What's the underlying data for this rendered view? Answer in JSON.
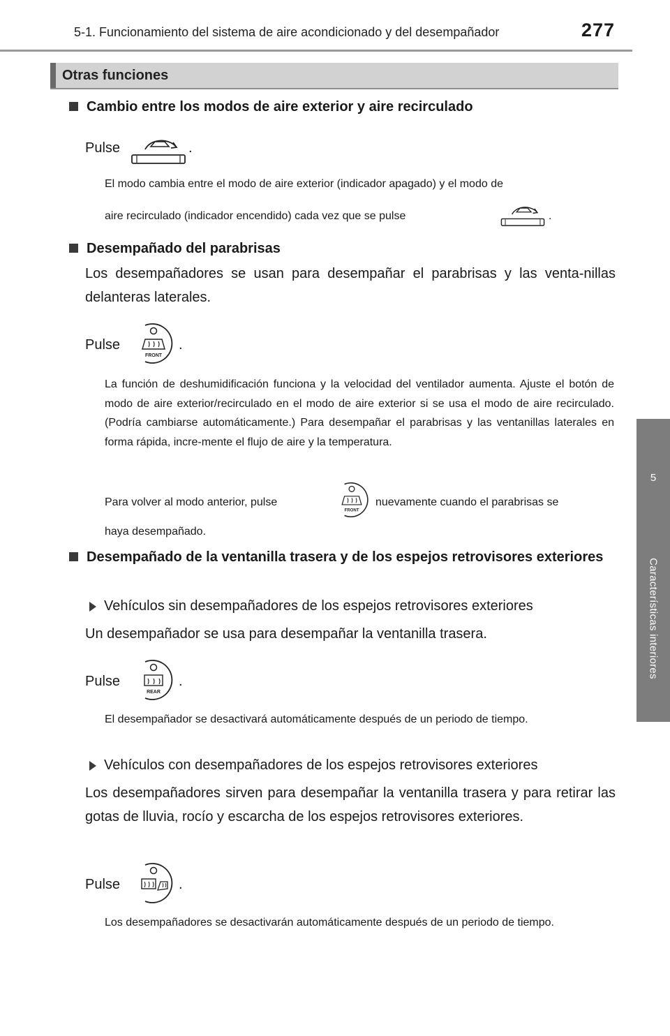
{
  "header": {
    "title": "5-1. Funcionamiento del sistema de aire acondicionado y del desempañador",
    "page_number": "277"
  },
  "side_tab": {
    "number": "5",
    "label": "Características interiores"
  },
  "section": {
    "title": "Otras funciones"
  },
  "blocks": {
    "recirc": {
      "heading": "Cambio entre los modos de aire exterior y aire recirculado",
      "pulse": "Pulse",
      "period": ".",
      "note_1": "El modo cambia entre el modo de aire exterior (indicador apagado) y el modo de",
      "note_2": "aire recirculado (indicador encendido) cada vez que se pulse",
      "note_2_end": "."
    },
    "windshield": {
      "heading": "Desempañado del parabrisas",
      "body": "Los desempañadores se usan para desempañar el parabrisas y las venta-nillas delanteras laterales.",
      "pulse": "Pulse",
      "period": ".",
      "note_main": "La función de deshumidificación funciona y la velocidad del ventilador aumenta. Ajuste el botón de modo de aire exterior/recirculado en el modo de aire exterior si se usa el modo de aire recirculado. (Podría cambiarse automáticamente.) Para desempañar el parabrisas y las ventanillas laterales en forma rápida, incre-mente el flujo de aire y la temperatura.",
      "note_return_a": "Para volver al modo anterior, pulse",
      "note_return_b": "nuevamente cuando el parabrisas se",
      "note_return_c": "haya desempañado.",
      "button_label": "FRONT"
    },
    "rear": {
      "heading": "Desempañado de la ventanilla trasera y de los espejos retrovisores exteriores",
      "variant_1": {
        "title": "Vehículos sin desempañadores de los espejos retrovisores exteriores",
        "body": "Un desempañador se usa para desempañar la ventanilla trasera.",
        "pulse": "Pulse",
        "period": ".",
        "note": "El desempañador se desactivará automáticamente después de un periodo de tiempo.",
        "button_label": "REAR"
      },
      "variant_2": {
        "title": "Vehículos con desempañadores de los espejos retrovisores exteriores",
        "body": "Los desempañadores sirven para desempañar la ventanilla trasera y para retirar las gotas de lluvia, rocío y escarcha de los espejos retrovisores exteriores.",
        "pulse": "Pulse",
        "period": ".",
        "note": "Los desempañadores se desactivarán automáticamente después de un periodo de tiempo."
      }
    }
  }
}
